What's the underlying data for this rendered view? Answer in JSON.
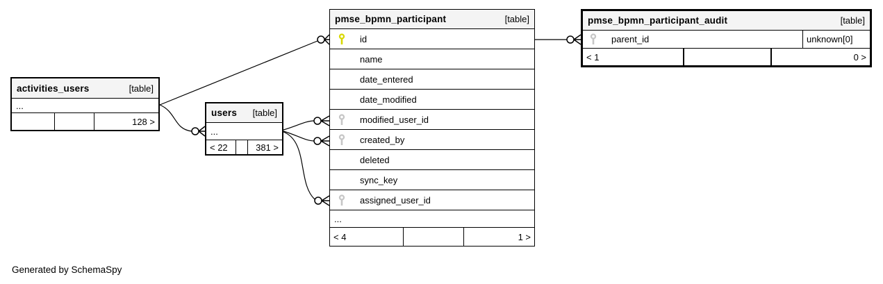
{
  "page": {
    "footer_note": "Generated by SchemaSpy"
  },
  "colors": {
    "background": "#ffffff",
    "table_header_bg": "#f4f4f4",
    "border": "#000000",
    "primary_key": "#d8d800",
    "foreign_key": "#c6c6c6"
  },
  "tables": {
    "activities_users": {
      "name": "activities_users",
      "type_label": "[table]",
      "ellipsis": "...",
      "footer": {
        "left": "",
        "middle": "",
        "right": "128 >"
      }
    },
    "users": {
      "name": "users",
      "type_label": "[table]",
      "ellipsis": "...",
      "footer": {
        "left": "< 22",
        "middle": "",
        "right": "381 >"
      }
    },
    "pmse_bpmn_participant": {
      "name": "pmse_bpmn_participant",
      "type_label": "[table]",
      "columns": [
        {
          "name": "id",
          "key": "primary"
        },
        {
          "name": "name",
          "key": "none"
        },
        {
          "name": "date_entered",
          "key": "none"
        },
        {
          "name": "date_modified",
          "key": "none"
        },
        {
          "name": "modified_user_id",
          "key": "foreign"
        },
        {
          "name": "created_by",
          "key": "foreign"
        },
        {
          "name": "deleted",
          "key": "none"
        },
        {
          "name": "sync_key",
          "key": "none"
        },
        {
          "name": "assigned_user_id",
          "key": "foreign"
        }
      ],
      "ellipsis": "...",
      "footer": {
        "left": "< 4",
        "middle": "",
        "right": "1 >"
      }
    },
    "pmse_bpmn_participant_audit": {
      "name": "pmse_bpmn_participant_audit",
      "type_label": "[table]",
      "columns": [
        {
          "name": "parent_id",
          "key": "foreign",
          "note": "unknown[0]"
        }
      ],
      "footer": {
        "left": "< 1",
        "middle": "",
        "right": "0 >"
      }
    }
  },
  "relationships": [
    {
      "from": "activities_users",
      "to": "pmse_bpmn_participant.id",
      "end_style": "zero-or-many"
    },
    {
      "from": "activities_users",
      "to": "users",
      "end_style": "zero-or-many"
    },
    {
      "from": "users",
      "to": "pmse_bpmn_participant.modified_user_id",
      "end_style": "zero-or-many"
    },
    {
      "from": "users",
      "to": "pmse_bpmn_participant.created_by",
      "end_style": "zero-or-many"
    },
    {
      "from": "users",
      "to": "pmse_bpmn_participant.assigned_user_id",
      "end_style": "zero-or-many"
    },
    {
      "from": "pmse_bpmn_participant.id",
      "to": "pmse_bpmn_participant_audit.parent_id",
      "end_style": "zero-or-many"
    }
  ]
}
